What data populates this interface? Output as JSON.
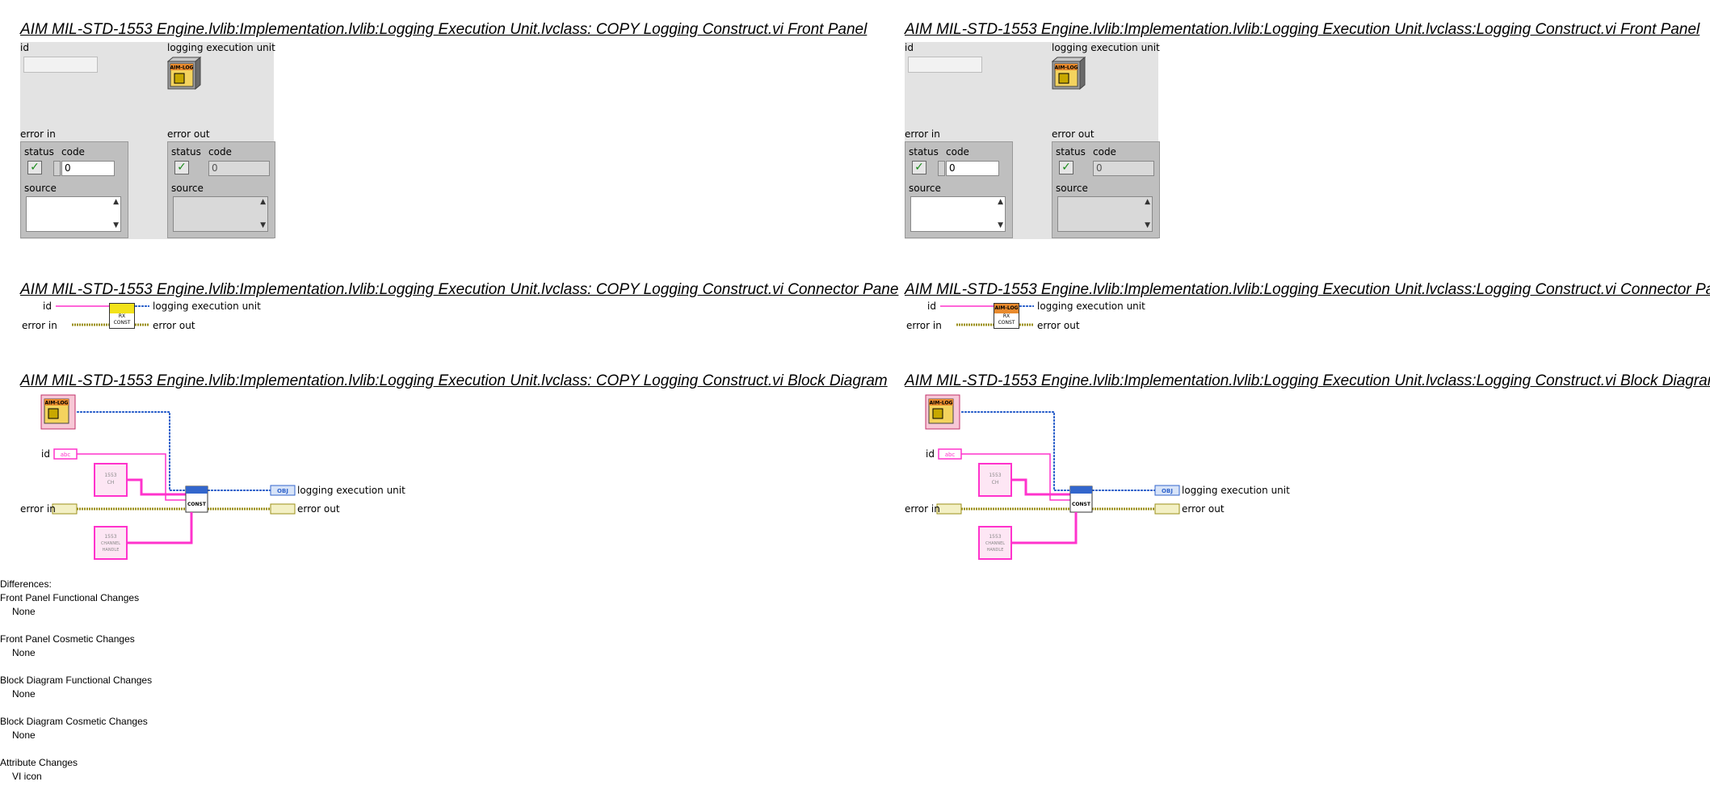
{
  "left": {
    "front_panel_title": "AIM MIL-STD-1553 Engine.lvlib:Implementation.lvlib:Logging Execution Unit.lvclass:  COPY  Logging Construct.vi Front Panel",
    "connector_pane_title": "AIM MIL-STD-1553 Engine.lvlib:Implementation.lvlib:Logging Execution Unit.lvclass:  COPY  Logging Construct.vi Connector Pane",
    "block_diagram_title": "AIM MIL-STD-1553 Engine.lvlib:Implementation.lvlib:Logging Execution Unit.lvclass:  COPY  Logging Construct.vi Block Diagram",
    "subvi_color": "yellow"
  },
  "right": {
    "front_panel_title": "AIM MIL-STD-1553 Engine.lvlib:Implementation.lvlib:Logging Execution Unit.lvclass:Logging Construct.vi Front Panel",
    "connector_pane_title": "AIM MIL-STD-1553 Engine.lvlib:Implementation.lvlib:Logging Execution Unit.lvclass:Logging Construct.vi Connector Pane",
    "block_diagram_title": "AIM MIL-STD-1553 Engine.lvlib:Implementation.lvlib:Logging Execution Unit.lvclass:Logging Construct.vi Block Diagram",
    "subvi_color": "orange"
  },
  "front_panel": {
    "id_label": "id",
    "logging_unit_label": "logging execution unit",
    "error_in_label": "error in",
    "error_out_label": "error out",
    "status_label": "status",
    "code_label": "code",
    "source_label": "source",
    "code_value": "0",
    "aim_log_text": "AIM-LOG"
  },
  "connector_pane": {
    "id": "id",
    "error_in": "error in",
    "logging_unit": "logging execution unit",
    "error_out": "error out",
    "subvi_text": "RX CONST"
  },
  "block_diagram": {
    "id": "id",
    "error_in": "error in",
    "logging_unit": "logging execution unit",
    "error_out": "error out",
    "const_text": "CONST",
    "obj_text": "OBJ",
    "ch_text": "1553 CH",
    "handle_text": "1553 CHANNEL HANDLE"
  },
  "differences": {
    "title": "Differences:",
    "sections": [
      {
        "name": "Front Panel Functional Changes",
        "value": "None"
      },
      {
        "name": "Front Panel Cosmetic Changes",
        "value": "None"
      },
      {
        "name": "Block Diagram Functional Changes",
        "value": "None"
      },
      {
        "name": "Block Diagram Cosmetic Changes",
        "value": "None"
      },
      {
        "name": "Attribute Changes",
        "value": "VI icon"
      }
    ]
  },
  "colors": {
    "string_wire": "#ff33cc",
    "class_wire": "#3366cc",
    "error_wire": "#9b8f1a",
    "panel_bg": "#e3e3e3"
  }
}
